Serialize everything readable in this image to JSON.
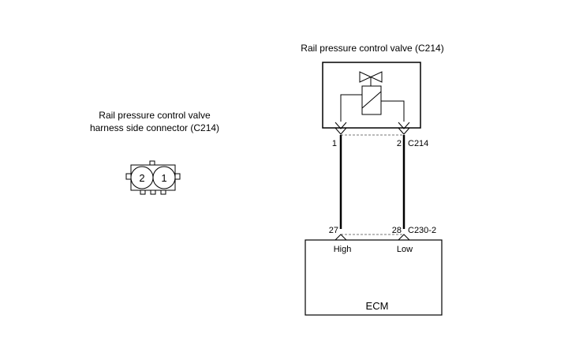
{
  "connector_view": {
    "title_line1": "Rail pressure control valve",
    "title_line2": "harness side connector (C214)",
    "pins": [
      "2",
      "1"
    ]
  },
  "component": {
    "title": "Rail pressure control valve (C214)",
    "pin_left": "1",
    "pin_right": "2",
    "connector_id": "C214"
  },
  "ecm": {
    "label": "ECM",
    "pin_left": "27",
    "pin_right": "28",
    "connector_id": "C230-2",
    "terminal_left": "High",
    "terminal_right": "Low"
  }
}
